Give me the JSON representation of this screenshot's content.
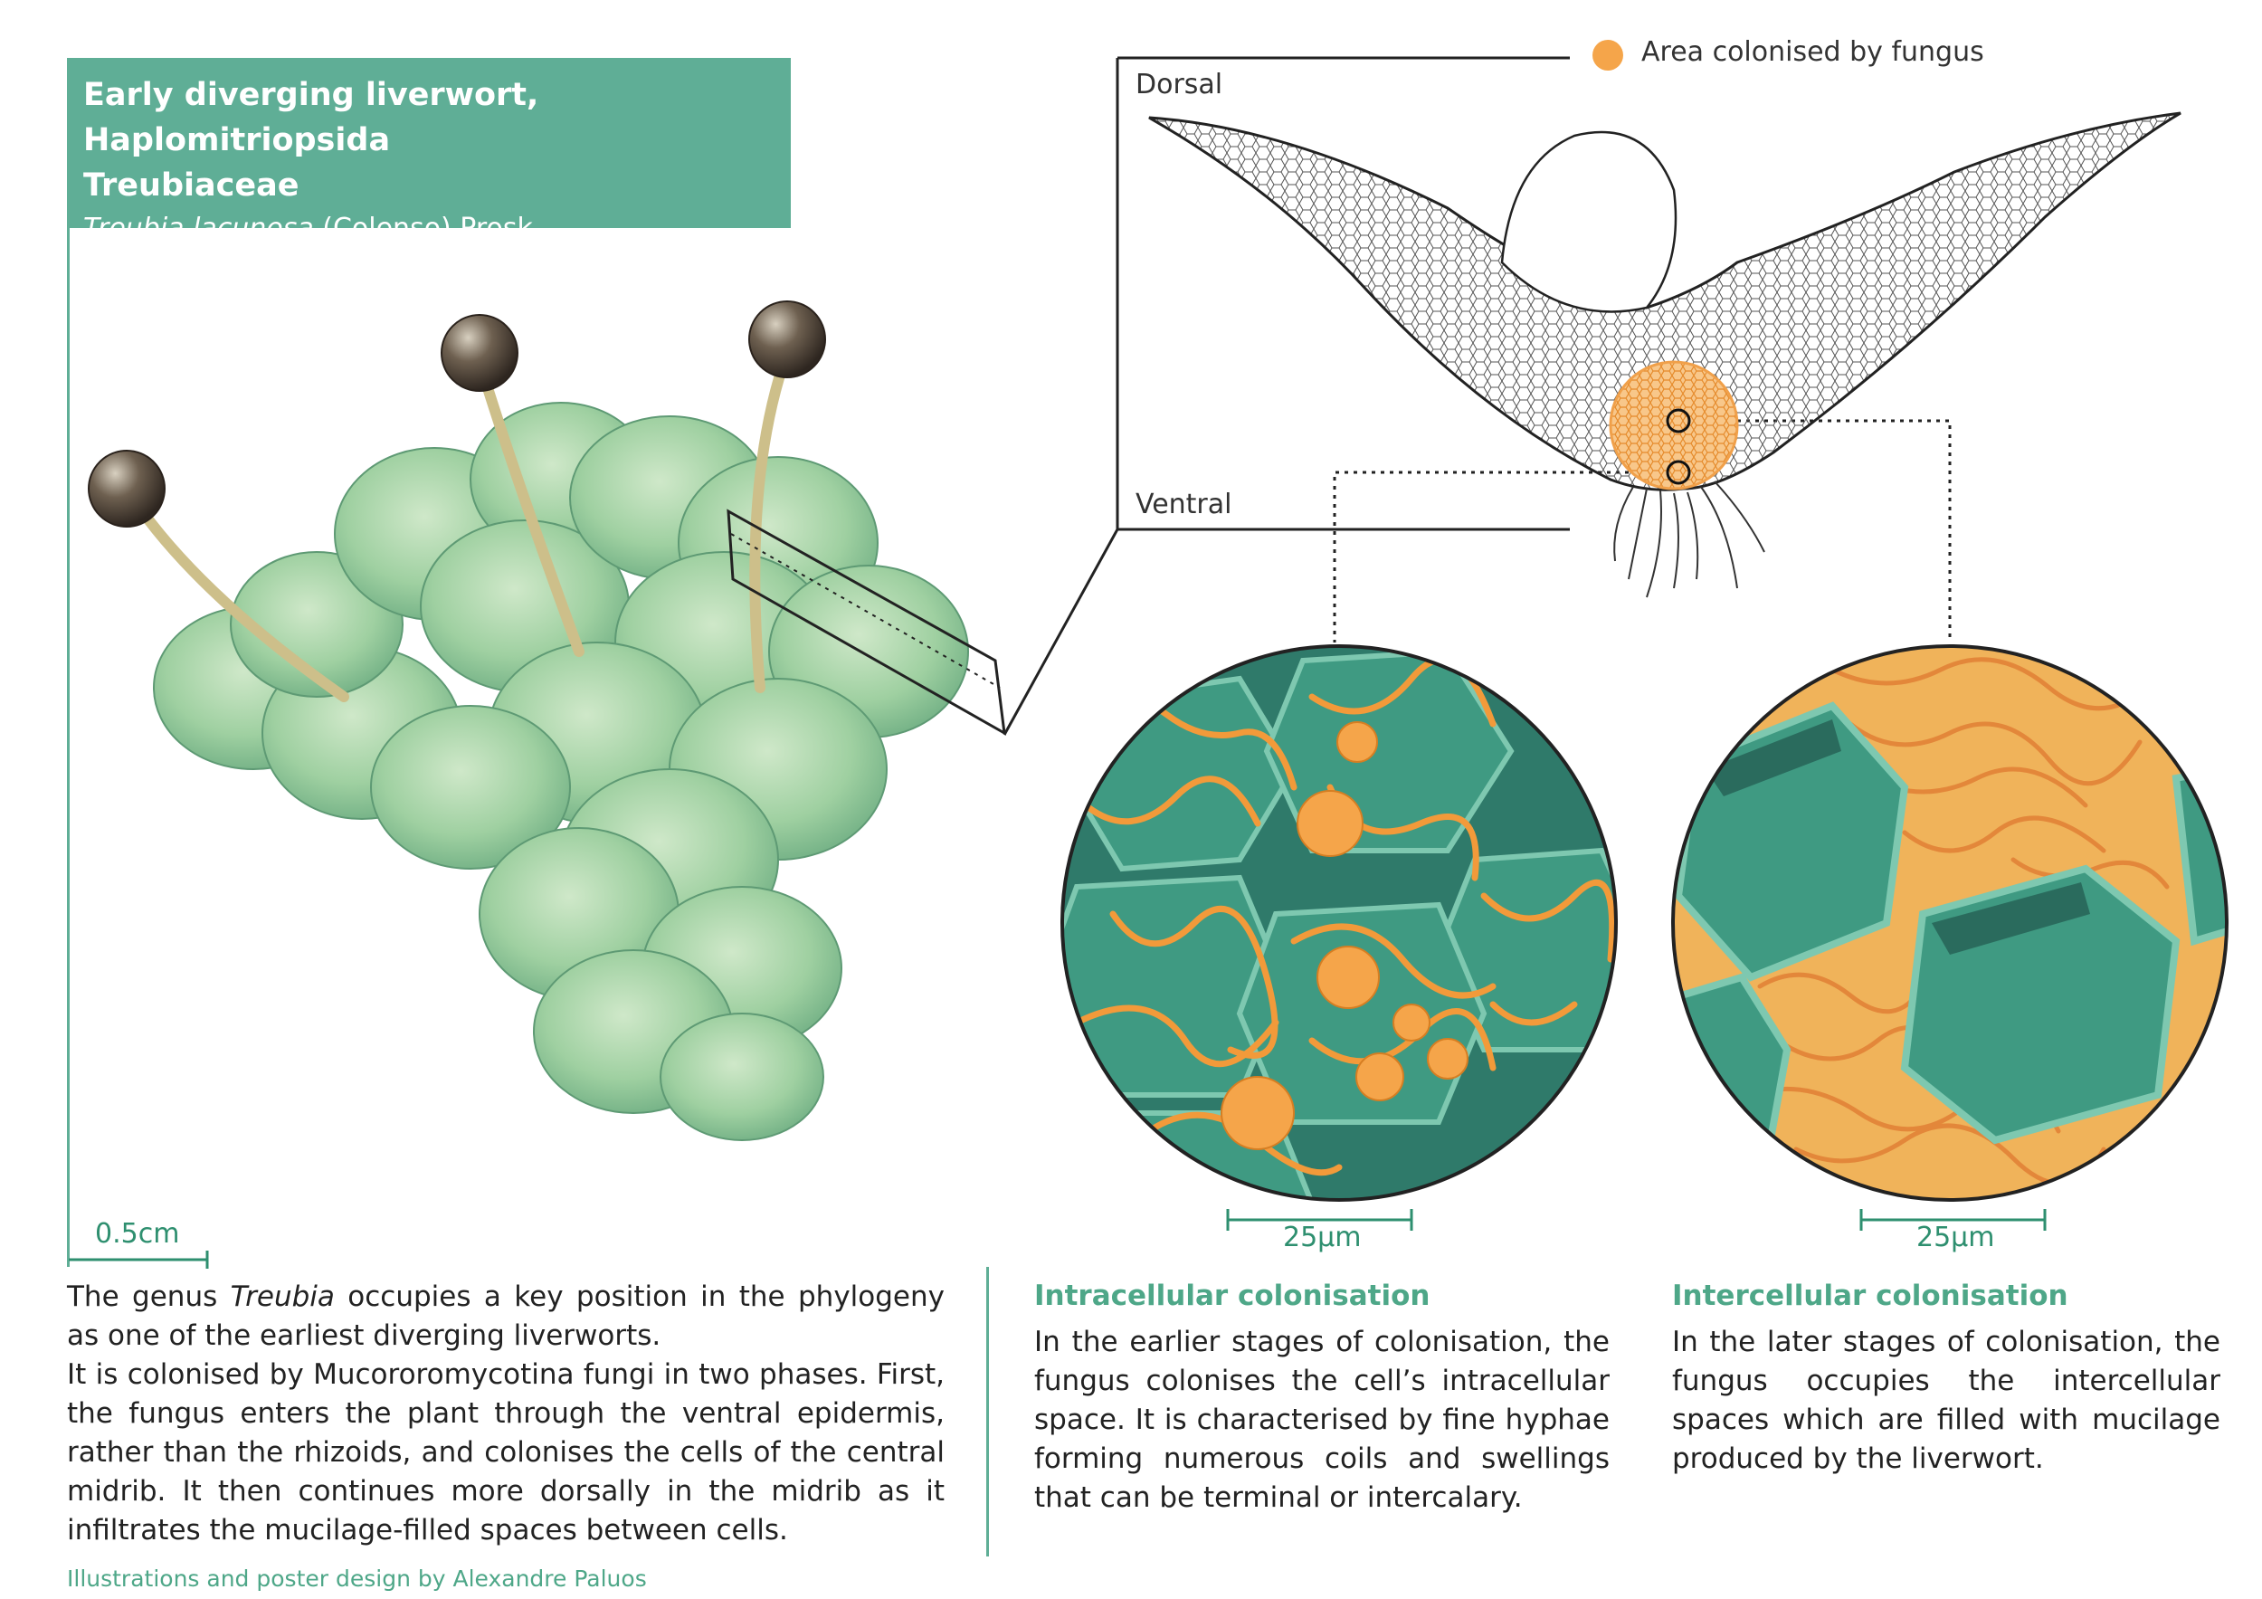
{
  "title": {
    "line1": "Early diverging liverwort, Haplomitriopsida",
    "line2": "Treubiaceae",
    "species_italic": "Treubia lacunosa",
    "species_rest": " (Colenso) Prosk."
  },
  "legend": {
    "label": "Area colonised by fungus",
    "color": "#f5a54a"
  },
  "cross_section": {
    "dorsal_label": "Dorsal",
    "ventral_label": "Ventral"
  },
  "scales": {
    "plant": "0.5cm",
    "intracellular": "25µm",
    "intercellular": "25µm"
  },
  "intracellular": {
    "heading": "Intracellular colonisation",
    "text": "In the earlier stages of colonisation, the fungus colonises the cell’s intracellular space. It is characterised by fine hyphae forming numerous coils and swellings that can be terminal or intercalary."
  },
  "intercellular": {
    "heading": "Intercellular colonisation",
    "text": "In the later stages of colonisation, the fungus occupies the intercellular spaces which are filled with mucilage produced by the liverwort."
  },
  "description": {
    "p1_before": "The genus ",
    "p1_italic": "Treubia",
    "p1_after": " occupies a key position in the phylogeny as one of the earliest diverging liverworts.",
    "p2": "It is colonised by Mucororomycotina fungi in two phases. First, the fungus enters the plant  through the ventral epidermis, rather than the rhizoids, and colonises the cells of the central midrib.  It then continues more dorsally in the midrib as it infiltrates the mucilage-filled spaces between cells."
  },
  "credit": "Illustrations and poster design by Alexandre Paluos",
  "colors": {
    "accent_green": "#5fae96",
    "fungus_orange": "#f5a54a",
    "cell_green": "#3f8f7a"
  }
}
